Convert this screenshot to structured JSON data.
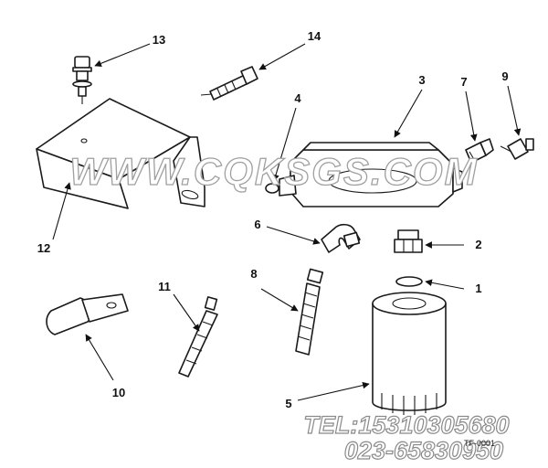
{
  "callouts": [
    "1",
    "2",
    "3",
    "4",
    "5",
    "6",
    "7",
    "8",
    "9",
    "10",
    "11",
    "12",
    "13",
    "14"
  ],
  "watermark": {
    "website": "WWW.CQKSGS.COM",
    "tel": "TEL:15310305680",
    "phone": "023-65830950"
  },
  "drawing_ref": "TF-0001"
}
